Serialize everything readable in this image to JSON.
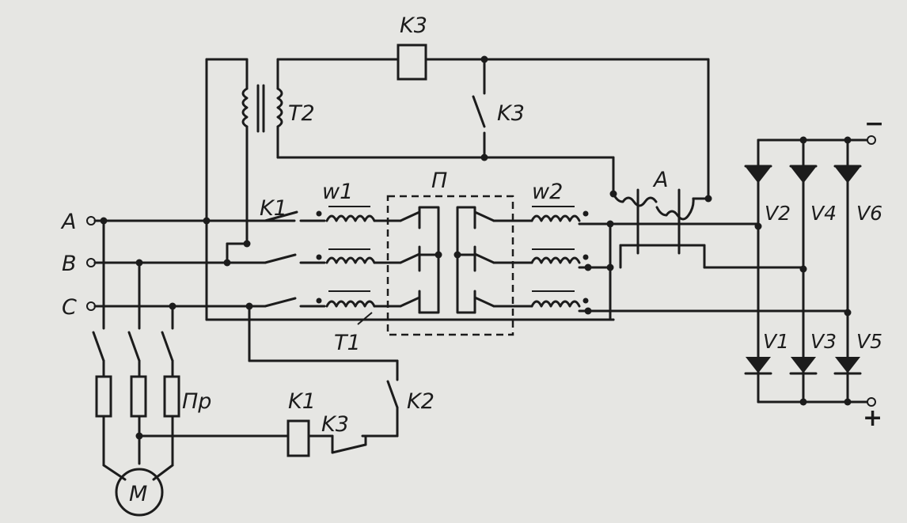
{
  "labels": {
    "phase_a": "A",
    "phase_b": "B",
    "phase_c": "C",
    "k3_top": "K3",
    "t2": "T2",
    "k3_contact": "K3",
    "w1": "w1",
    "w2": "w2",
    "p": "П",
    "a": "A",
    "k1_top": "K1",
    "t1": "T1",
    "pr": "Пр",
    "m": "M",
    "k1_bottom": "K1",
    "k3_bottom": "K3",
    "k2": "K2",
    "v1": "V1",
    "v2": "V2",
    "v3": "V3",
    "v4": "V4",
    "v5": "V5",
    "v6": "V6",
    "minus": "−",
    "plus": "+"
  }
}
